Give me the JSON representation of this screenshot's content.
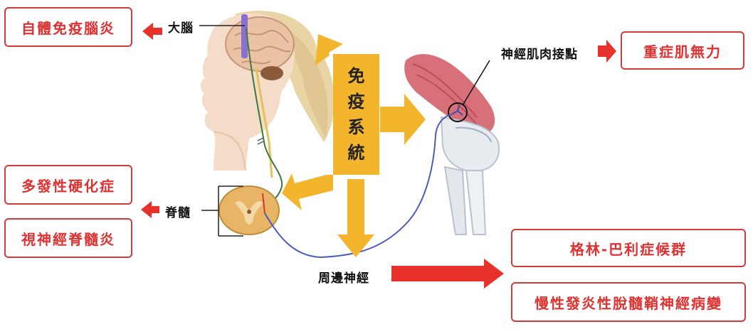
{
  "immune_system": {
    "chars": [
      "免",
      "疫",
      "系",
      "統"
    ]
  },
  "anatomy_labels": {
    "brain": "大腦",
    "spinal_cord": "脊髓",
    "peripheral_nerve": "周邊神經",
    "nmj": "神經肌肉接點"
  },
  "diseases": {
    "brain": [
      "自體免疫腦炎"
    ],
    "spinal_cord": [
      "多發性硬化症",
      "視神經脊髓炎"
    ],
    "nmj": [
      "重症肌無力"
    ],
    "peripheral_nerve": [
      "格林-巴利症候群",
      "慢性發炎性脫髓鞘神經病變"
    ]
  },
  "colors": {
    "disease_text": "#e03131",
    "disease_border": "#d33a3a",
    "red_arrow": "#e8312a",
    "yellow_arrow": "#f2b52b",
    "nerve_line": "#4a5bbf"
  }
}
